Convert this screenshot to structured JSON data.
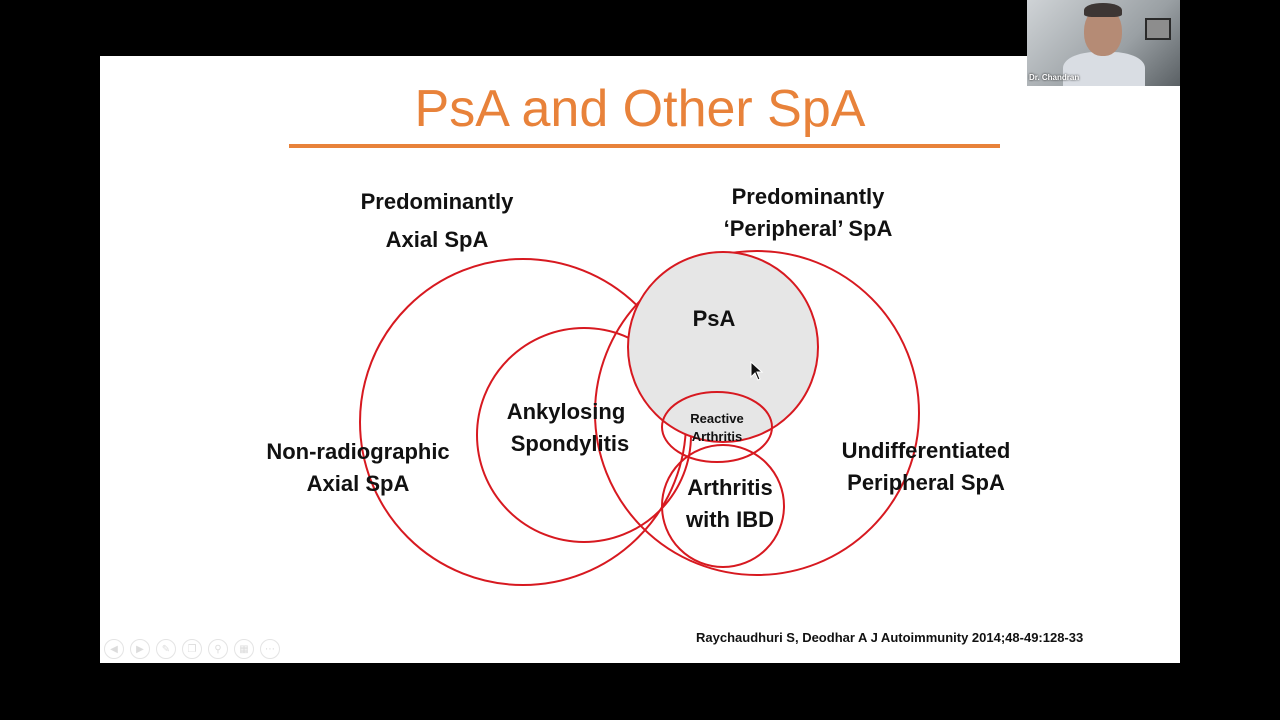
{
  "slide": {
    "title": "PsA and Other SpA",
    "citation": "Raychaudhuri S, Deodhar A J Autoimmunity 2014;48-49:128-33"
  },
  "colors": {
    "accent": "#e8823a",
    "circle_stroke": "#d71920",
    "psa_fill": "#e6e6e6",
    "text": "#111111"
  },
  "diagram": {
    "group_labels": {
      "axial": [
        "Predominantly",
        "Axial SpA"
      ],
      "peripheral": [
        "Predominantly",
        "‘Peripheral’ SpA"
      ]
    },
    "sets": {
      "nr_axial": [
        "Non-radiographic",
        "Axial SpA"
      ],
      "ankylosing": [
        "Ankylosing",
        "Spondylitis"
      ],
      "psa": [
        "PsA"
      ],
      "reactive": [
        "Reactive",
        "Arthritis"
      ],
      "ibd": [
        "Arthritis",
        "with IBD"
      ],
      "undiff": [
        "Undifferentiated",
        "Peripheral SpA"
      ]
    }
  },
  "toolbar": {
    "icons": [
      "prev-icon",
      "next-icon",
      "pen-icon",
      "copy-icon",
      "zoom-icon",
      "grid-icon",
      "more-icon"
    ]
  },
  "webcam": {
    "participant_name": "Dr. Chandran"
  }
}
